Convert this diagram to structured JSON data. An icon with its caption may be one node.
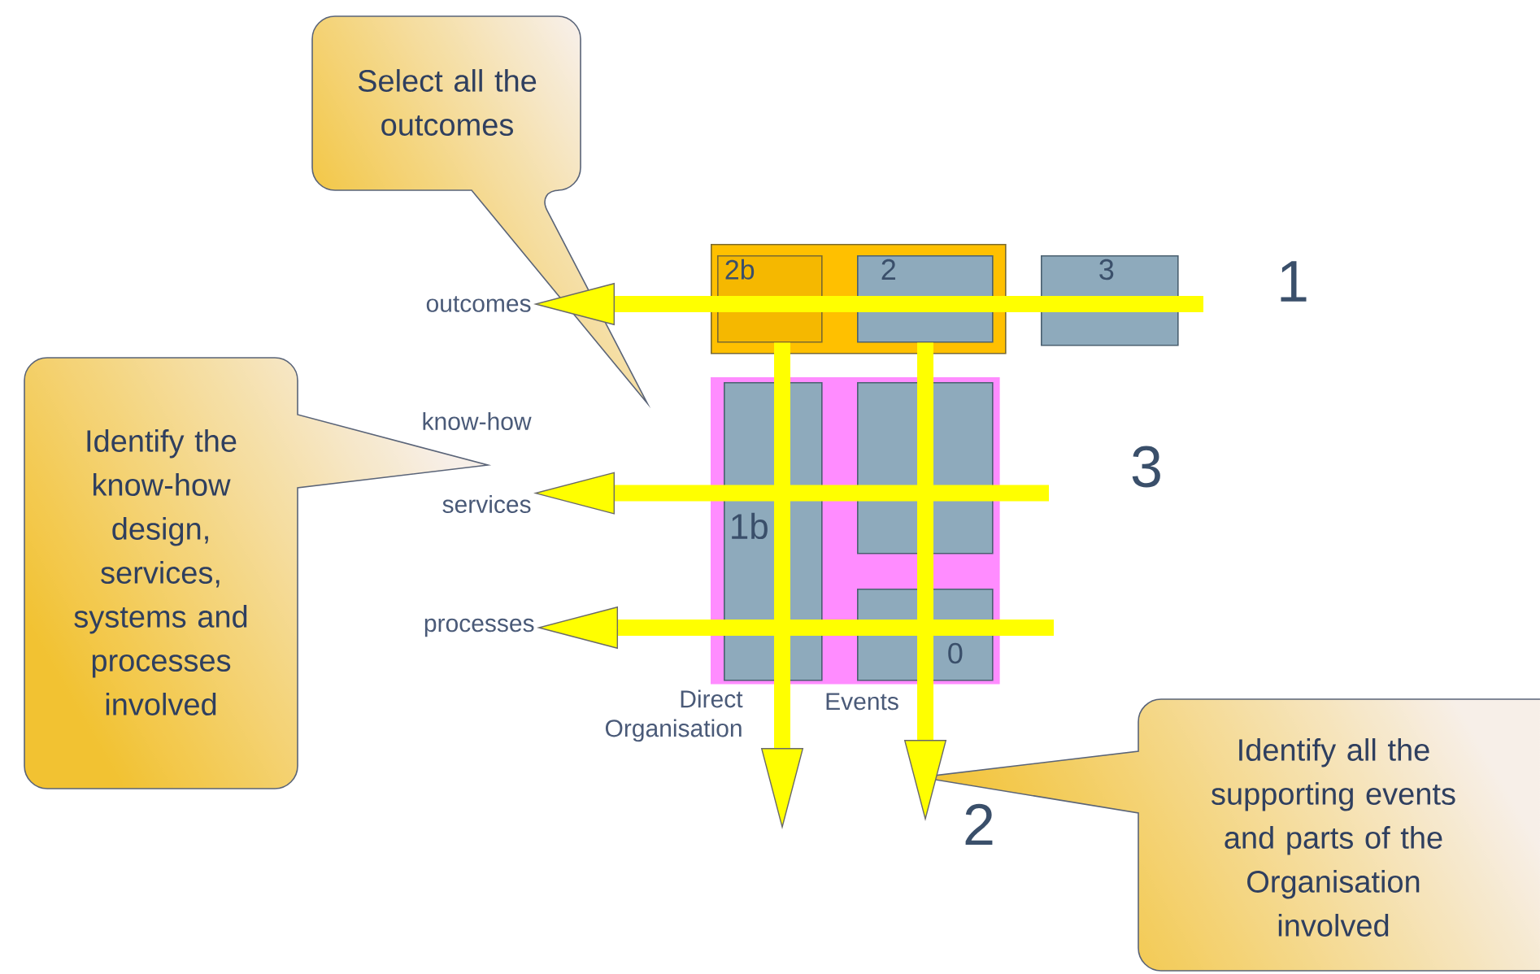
{
  "diagram": {
    "nodes": [
      {
        "text": [
          "Select all the outcomes"
        ]
      },
      {
        "text": [
          "Identify the know-how design, services, systems and processes involved"
        ]
      },
      {
        "text": [
          "Identify all the supporting events and parts of the Organisation involved"
        ]
      },
      {
        "text": [
          "outcomes"
        ]
      },
      {
        "text": [
          "know-how"
        ]
      },
      {
        "text": [
          "services"
        ]
      },
      {
        "text": [
          "processes"
        ]
      },
      {
        "text": [],
        "shape": "box"
      },
      {
        "text": [
          "2b"
        ],
        "in": 7
      },
      {
        "text": [
          "2"
        ],
        "in": 7
      },
      {
        "text": [
          "3"
        ]
      },
      {
        "text": [],
        "shape": "box"
      },
      {
        "text": [
          "1b"
        ],
        "in": 11
      },
      {
        "text": [],
        "shape": "box",
        "in": 11
      },
      {
        "text": [
          "0"
        ],
        "in": 11
      }
    ],
    "edges": [
      {
        "from": null,
        "to": 3,
        "arrow": "to"
      },
      {
        "from": null,
        "to": 5,
        "arrow": "to"
      },
      {
        "from": null,
        "to": 6,
        "arrow": "to"
      },
      {
        "from": 8,
        "to": null,
        "arrow": "to"
      },
      {
        "from": 9,
        "to": null,
        "arrow": "to"
      }
    ],
    "labels": [
      "1",
      "3",
      "Direct Organisation",
      "Events",
      "2"
    ]
  }
}
